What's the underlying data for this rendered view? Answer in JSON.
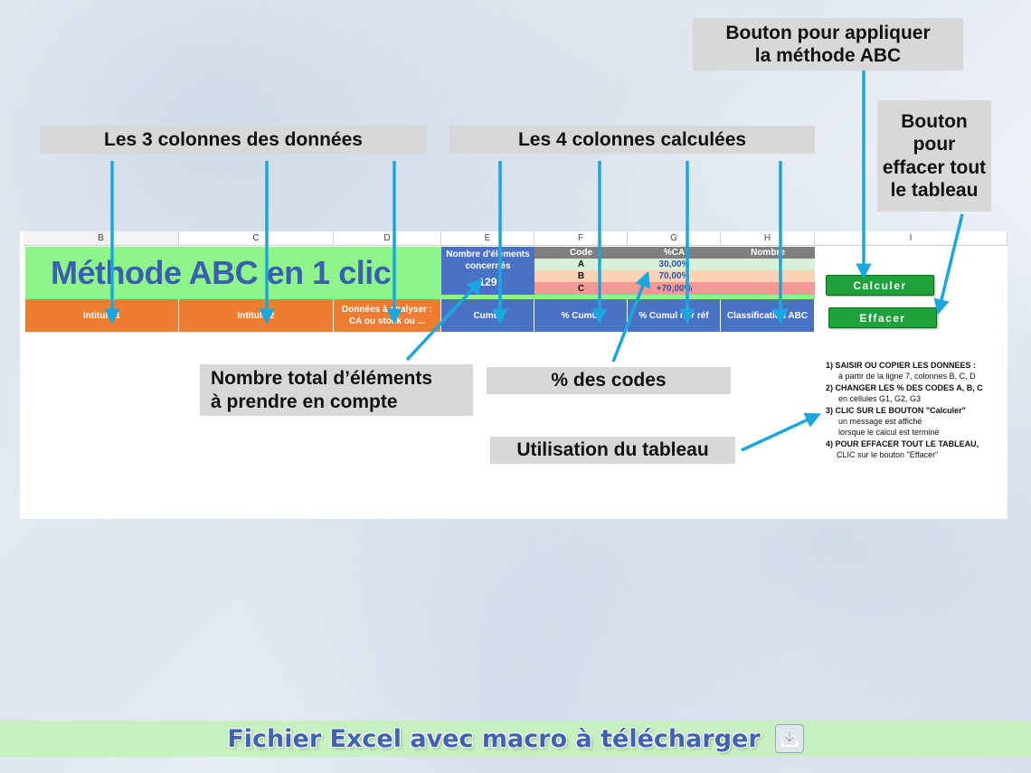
{
  "callouts": {
    "data_columns": "Les 3 colonnes des données",
    "calc_columns": "Les 4 colonnes calculées",
    "apply_button_line1": "Bouton pour appliquer",
    "apply_button_line2": "la méthode ABC",
    "clear_button_line1": "Bouton",
    "clear_button_line2": "pour",
    "clear_button_line3": "effacer tout",
    "clear_button_line4": "le tableau",
    "total_elements_line1": "Nombre total d’éléments",
    "total_elements_line2": "à prendre en compte",
    "codes_percent": "% des codes",
    "usage": "Utilisation du tableau"
  },
  "sheet": {
    "columns": [
      "B",
      "C",
      "D",
      "E",
      "F",
      "G",
      "H",
      "I"
    ],
    "title": "Méthode ABC en 1 clic",
    "elements_label_line1": "Nombre d'éléments",
    "elements_label_line2": "concernés",
    "elements_count": "129",
    "code_header": "Code",
    "ca_header": "%CA",
    "nombre_header": "Nombre",
    "codes": [
      {
        "code": "A",
        "pct": "30,00%"
      },
      {
        "code": "B",
        "pct": "70,00%"
      },
      {
        "code": "C",
        "pct": "+70,00%"
      }
    ],
    "headers": {
      "intitule1": "Intitulé 1",
      "intitule2": "Intitulé 2",
      "donnees_line1": "Données à analyser :",
      "donnees_line2": "CA ou stock ou ...",
      "cumul": "Cumul",
      "pct_cumul": "% Cumul",
      "pct_cumul_ref": "% Cumul nbr réf",
      "classification": "Classification ABC"
    },
    "calculer_label": "Calculer",
    "effacer_label": "Effacer"
  },
  "instructions": {
    "s1": "1) SAISIR OU COPIER LES DONNEES :",
    "s1_detail": "à partir de la ligne 7, colonnes B, C, D",
    "s2": "2) CHANGER LES %  DES CODES A, B, C",
    "s2_detail": "en cellules G1, G2, G3",
    "s3": "3) CLIC SUR LE BOUTON \"Calculer\"",
    "s3_detail1": "un message est affiché",
    "s3_detail2": "lorsque le calcul est terminé",
    "s4": "4) POUR EFFACER TOUT LE TABLEAU,",
    "s4_detail": "CLIC sur le bouton \"Effacer\""
  },
  "footer": {
    "text": "Fichier Excel avec macro à télécharger"
  },
  "colors": {
    "orange": "#ee7d31",
    "blue": "#4a72c4",
    "green_title": "#8ef58a",
    "button_green": "#1fa23a",
    "arrow": "#1aa7e0",
    "footer_bg": "#c6f0c0",
    "footer_text": "#3f63b0"
  }
}
